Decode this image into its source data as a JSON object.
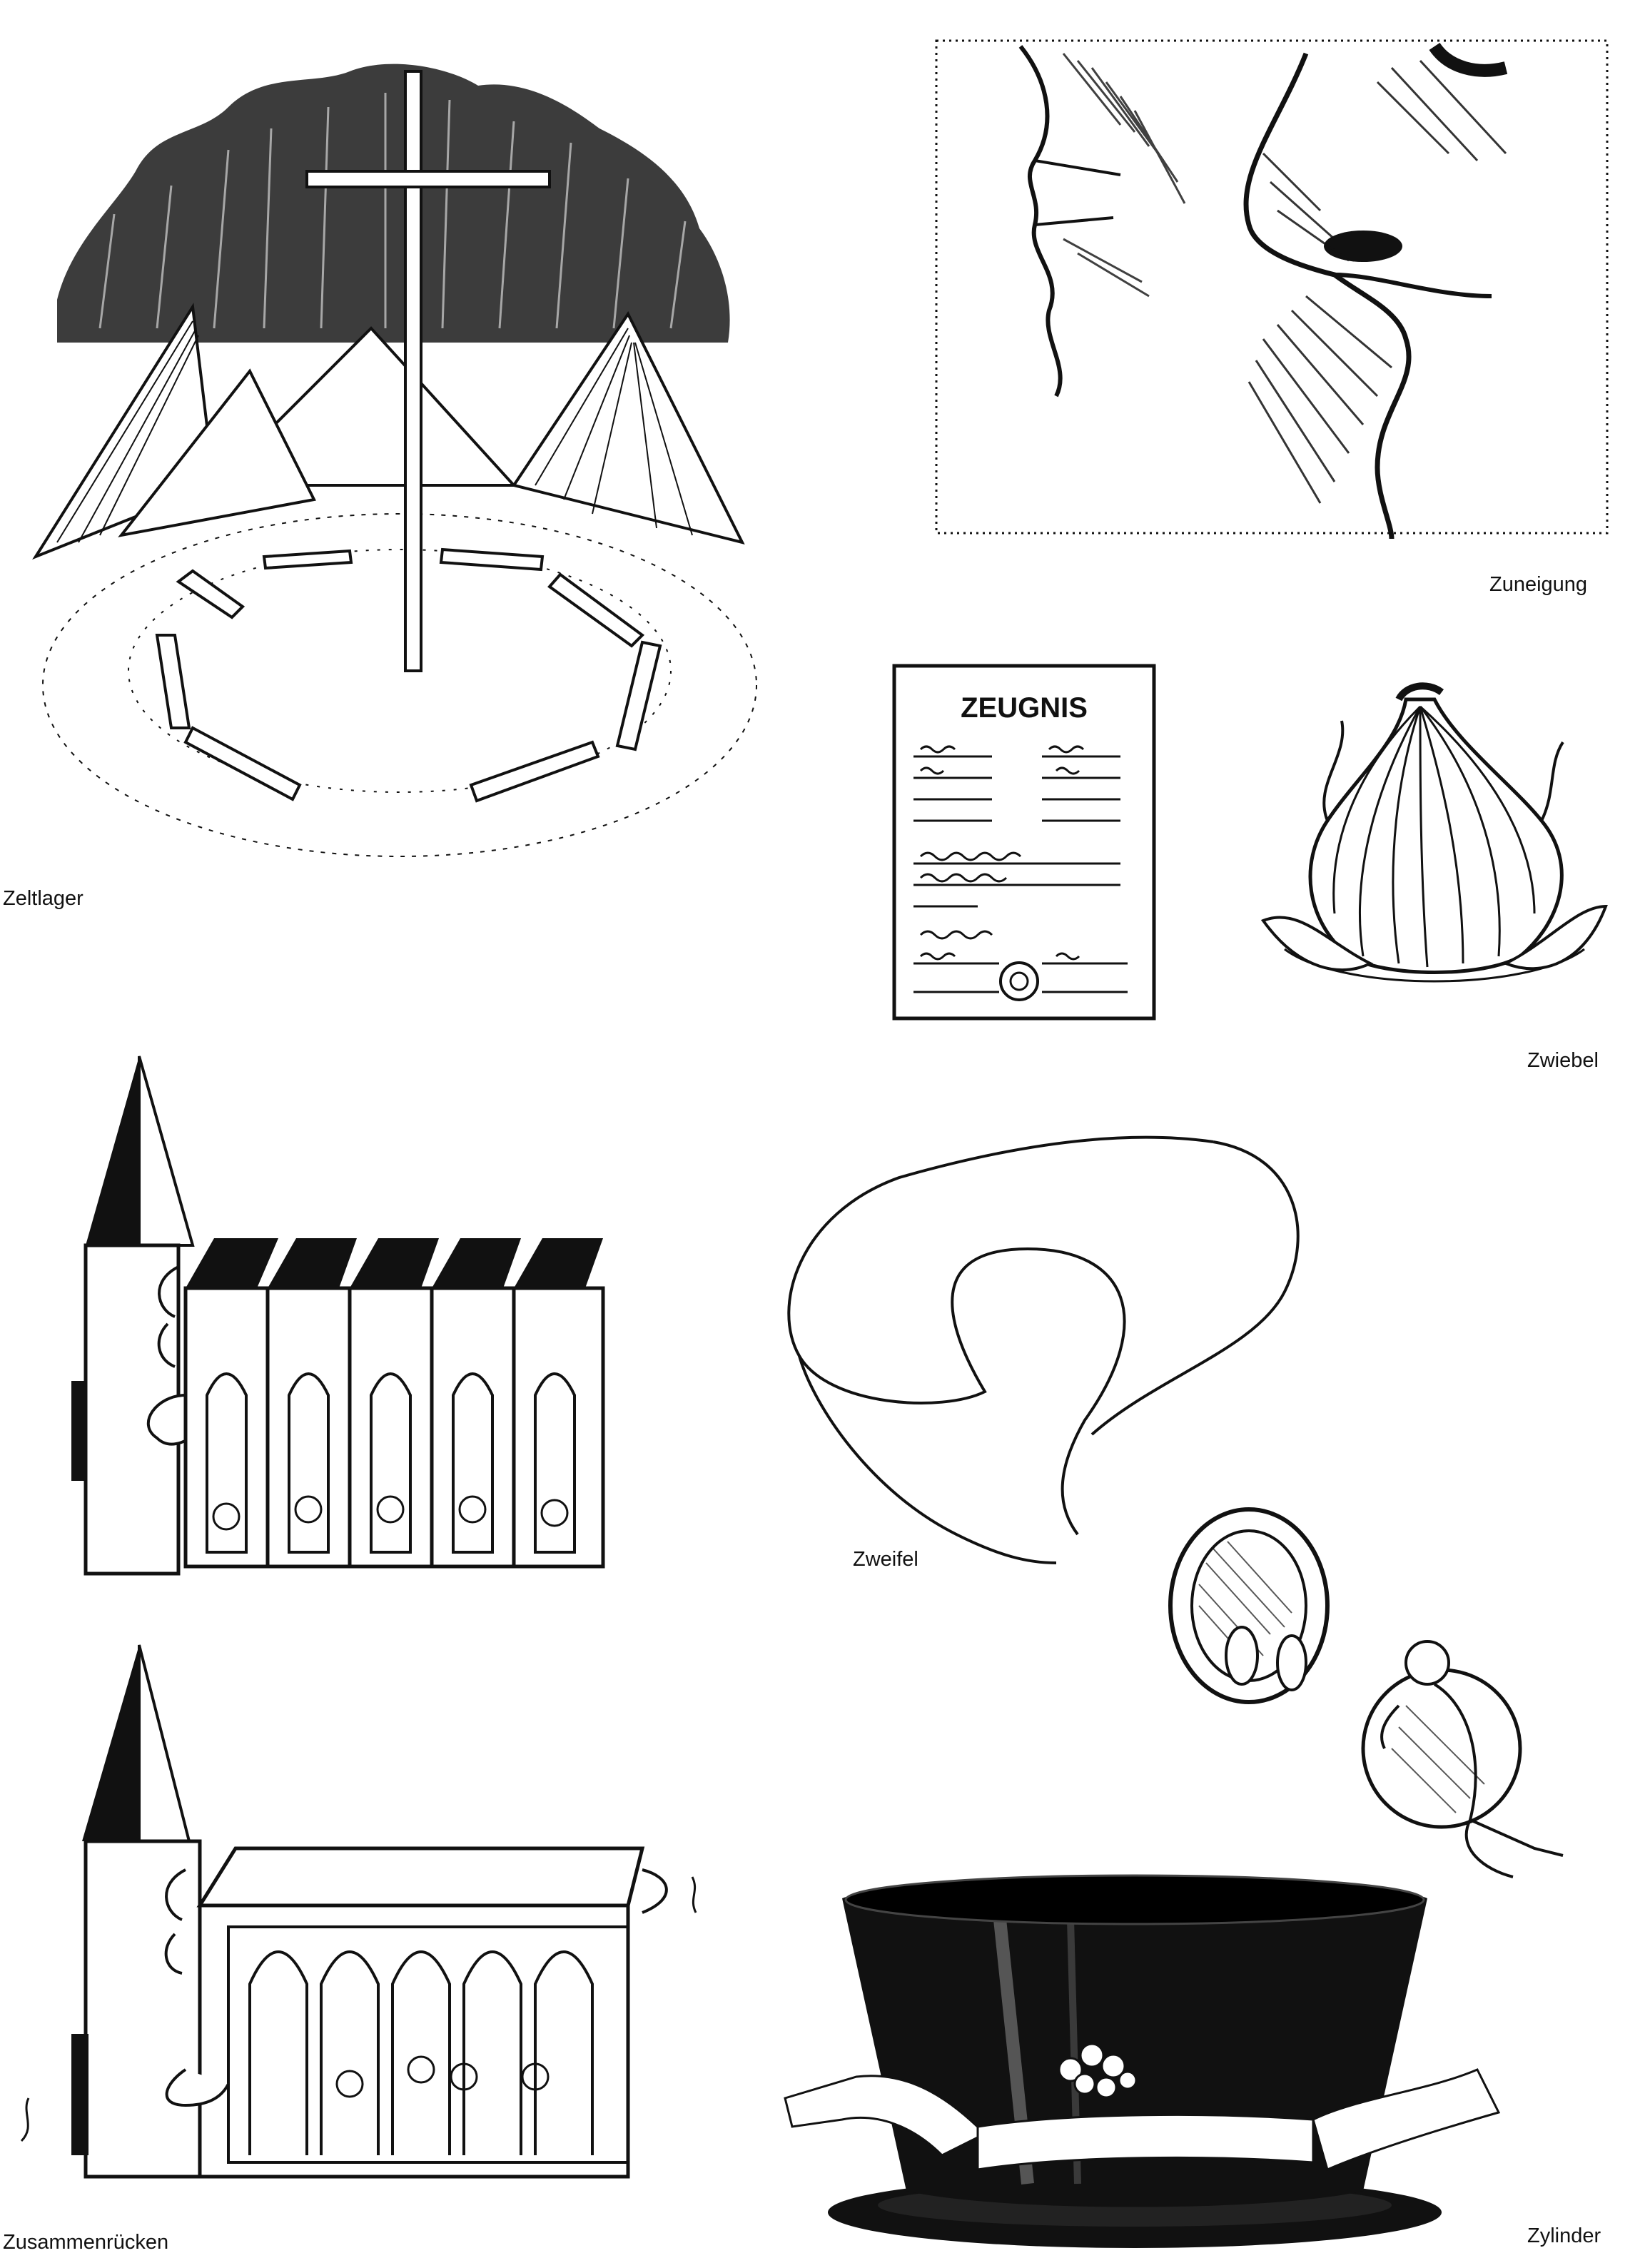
{
  "captions": {
    "zeltlager": "Zeltlager",
    "zuneigung": "Zuneigung",
    "zwiebel": "Zwiebel",
    "zweifel": "Zweifel",
    "zusammenruecken": "Zusammenrücken",
    "zylinder": "Zylinder"
  },
  "zeugnis": {
    "title": "ZEUGNIS"
  },
  "colors": {
    "ink": "#111111",
    "paper": "#ffffff"
  }
}
